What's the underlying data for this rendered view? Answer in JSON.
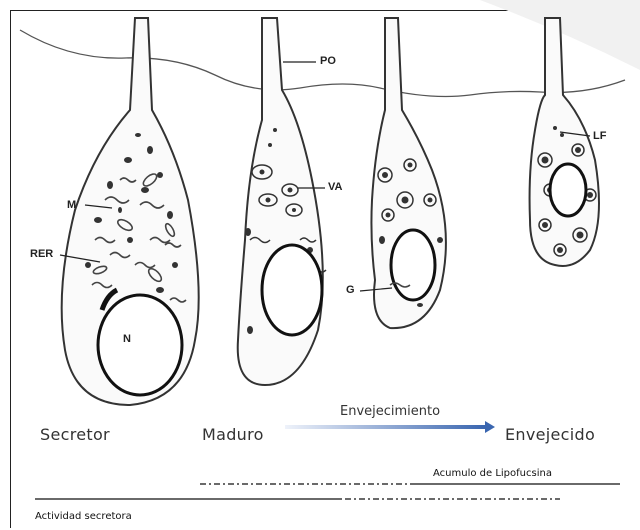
{
  "labels": {
    "po": "PO",
    "m": "M",
    "rer": "RER",
    "n": "N",
    "va": "VA",
    "g": "G",
    "lf": "LF"
  },
  "stages": {
    "secretor": "Secretor",
    "maduro": "Maduro",
    "envejecido": "Envejecido"
  },
  "arrow": {
    "label": "Envejecimiento",
    "start_color": "#e8eef8",
    "end_color": "#3a66b0"
  },
  "bottom": {
    "lipofuscina": "Acumulo de Lipofucsina",
    "actividad": "Actividad secretora"
  }
}
